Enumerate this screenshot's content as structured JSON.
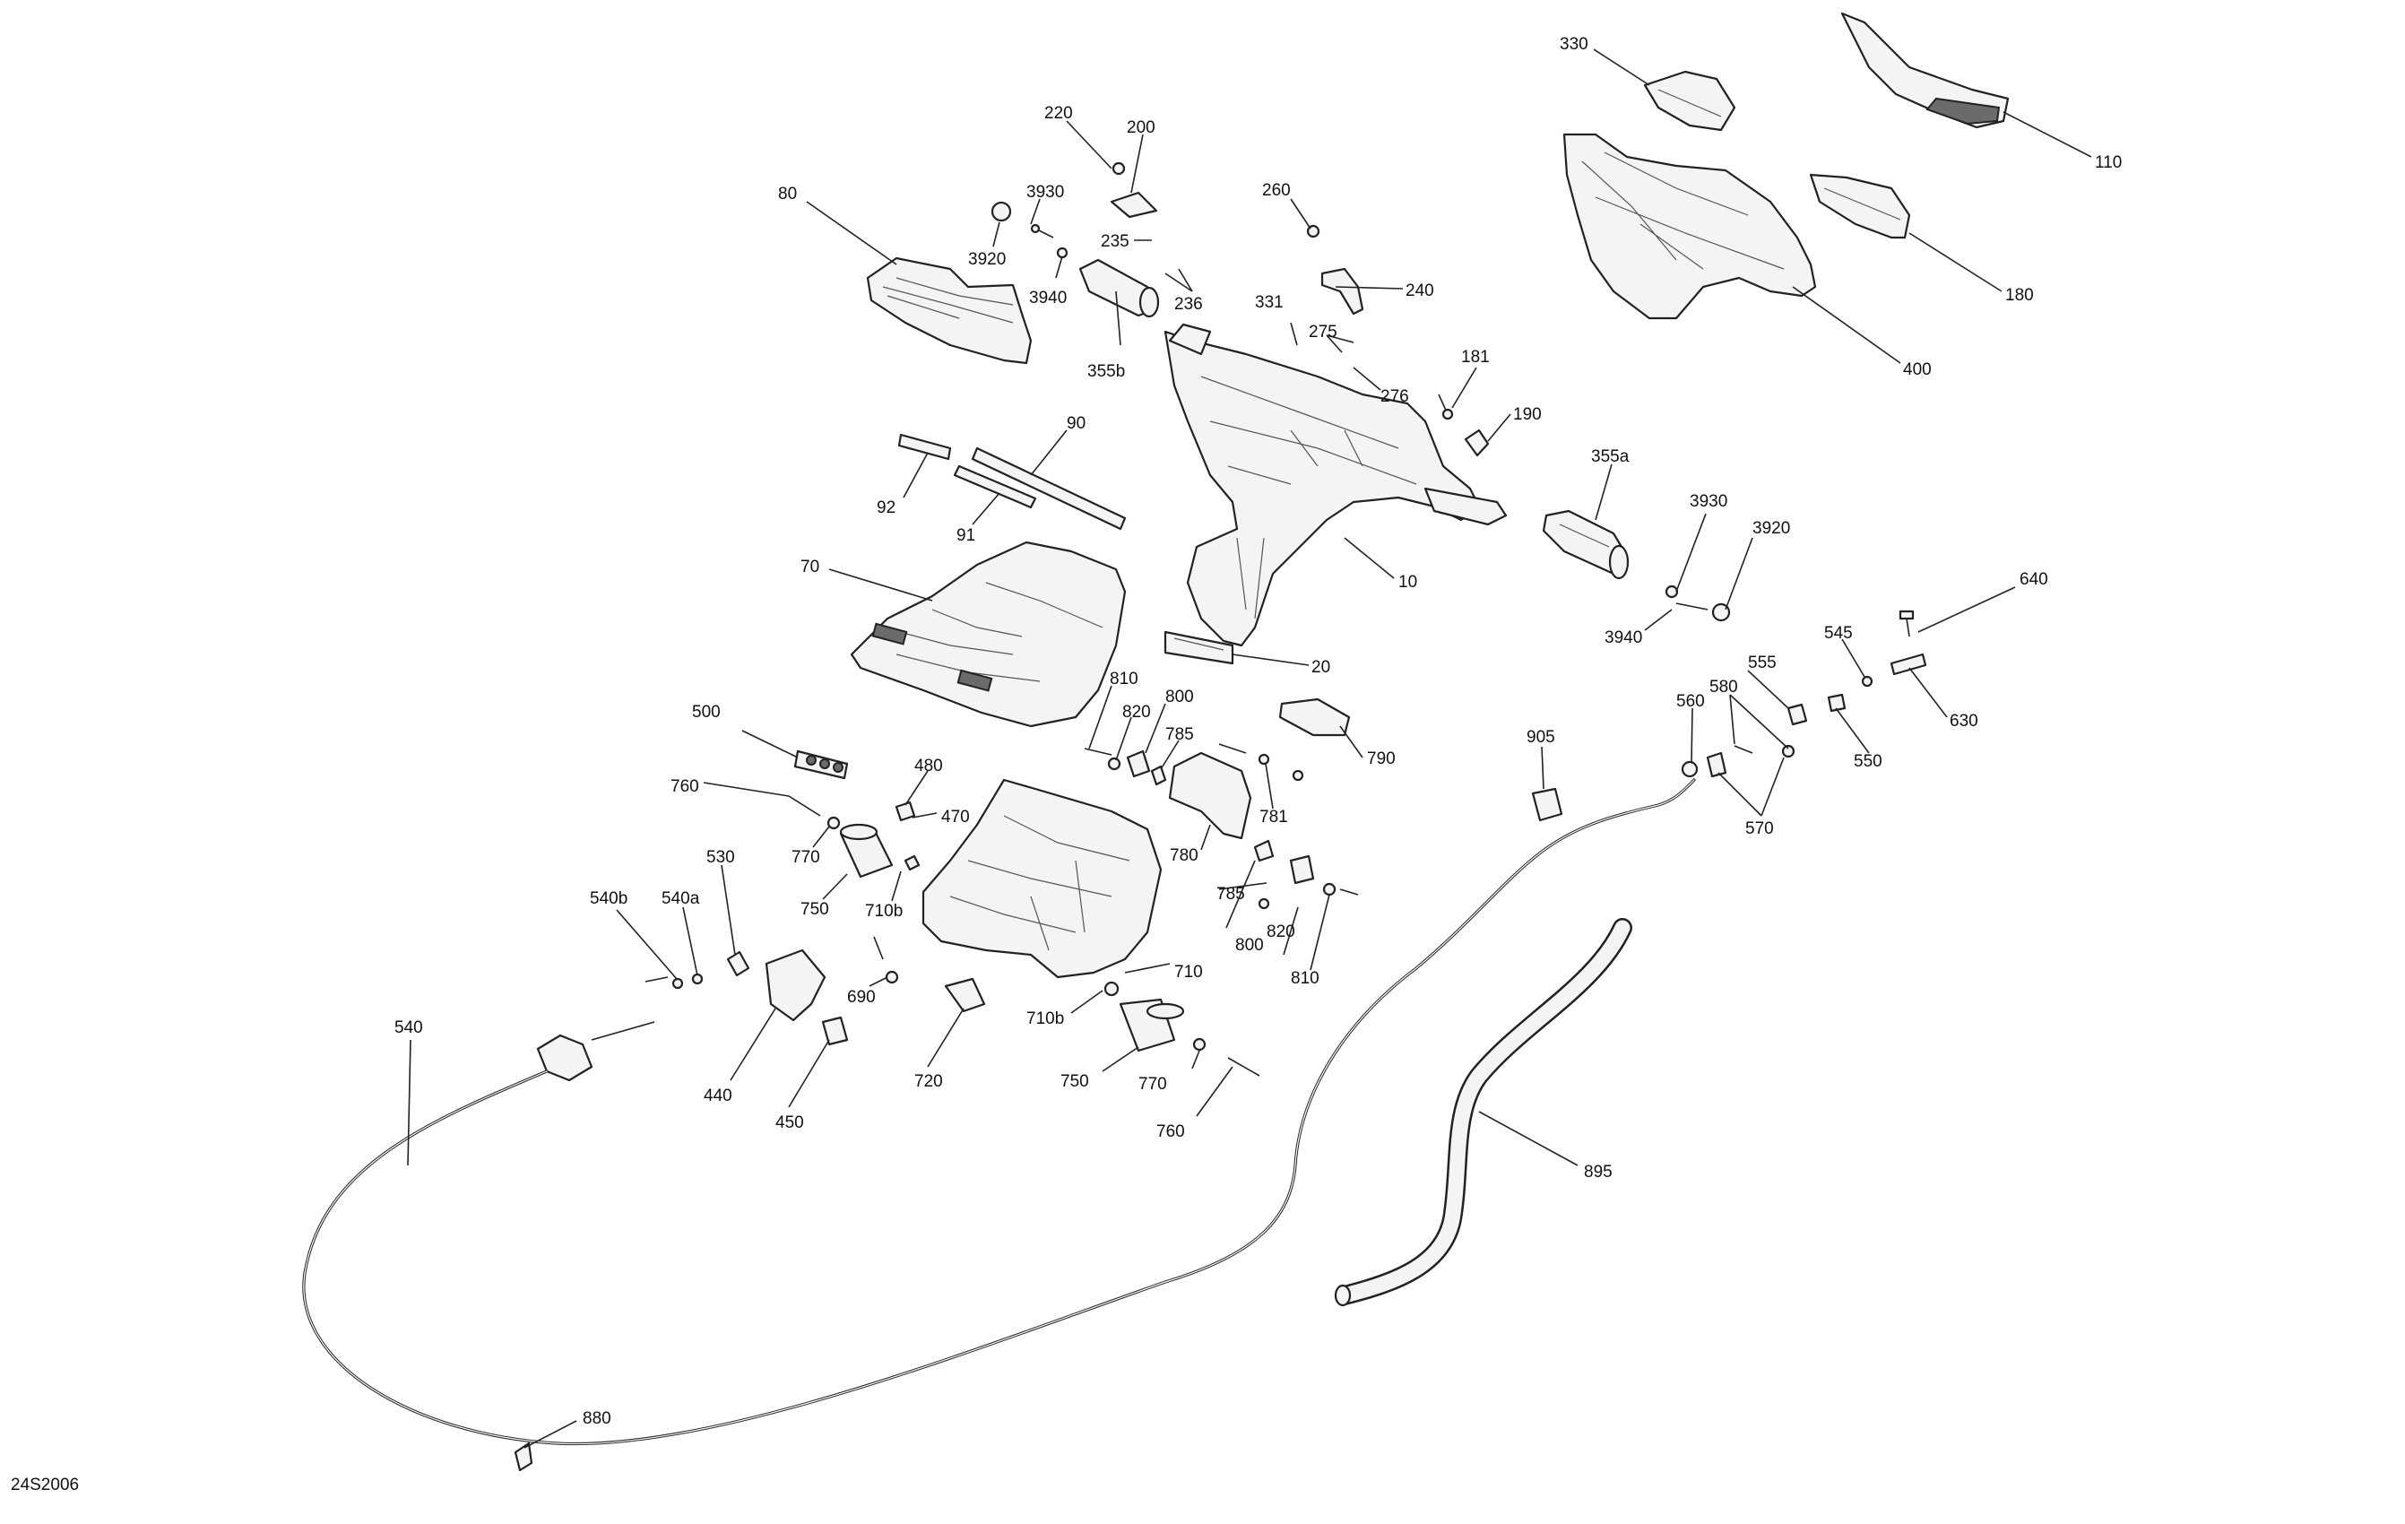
{
  "diagram": {
    "reference_code": "24S2006",
    "callouts": [
      {
        "id": "c220",
        "label": "220"
      },
      {
        "id": "c200",
        "label": "200"
      },
      {
        "id": "c80",
        "label": "80"
      },
      {
        "id": "c3930a",
        "label": "3930"
      },
      {
        "id": "c3920a",
        "label": "3920"
      },
      {
        "id": "c235",
        "label": "235"
      },
      {
        "id": "c236",
        "label": "236"
      },
      {
        "id": "c3940a",
        "label": "3940"
      },
      {
        "id": "c355b",
        "label": "355b"
      },
      {
        "id": "c260",
        "label": "260"
      },
      {
        "id": "c240",
        "label": "240"
      },
      {
        "id": "c331",
        "label": "331"
      },
      {
        "id": "c275",
        "label": "275"
      },
      {
        "id": "c276",
        "label": "276"
      },
      {
        "id": "c181",
        "label": "181"
      },
      {
        "id": "c190",
        "label": "190"
      },
      {
        "id": "c330",
        "label": "330"
      },
      {
        "id": "c110",
        "label": "110"
      },
      {
        "id": "c180",
        "label": "180"
      },
      {
        "id": "c400",
        "label": "400"
      },
      {
        "id": "c90",
        "label": "90"
      },
      {
        "id": "c92",
        "label": "92"
      },
      {
        "id": "c91",
        "label": "91"
      },
      {
        "id": "c355a",
        "label": "355a"
      },
      {
        "id": "c3930b",
        "label": "3930"
      },
      {
        "id": "c3920b",
        "label": "3920"
      },
      {
        "id": "c3940b",
        "label": "3940"
      },
      {
        "id": "c10",
        "label": "10"
      },
      {
        "id": "c70",
        "label": "70"
      },
      {
        "id": "c20",
        "label": "20"
      },
      {
        "id": "c640",
        "label": "640"
      },
      {
        "id": "c545",
        "label": "545"
      },
      {
        "id": "c630",
        "label": "630"
      },
      {
        "id": "c555",
        "label": "555"
      },
      {
        "id": "c580",
        "label": "580"
      },
      {
        "id": "c560",
        "label": "560"
      },
      {
        "id": "c550",
        "label": "550"
      },
      {
        "id": "c570",
        "label": "570"
      },
      {
        "id": "c905",
        "label": "905"
      },
      {
        "id": "c810a",
        "label": "810"
      },
      {
        "id": "c800a",
        "label": "800"
      },
      {
        "id": "c820a",
        "label": "820"
      },
      {
        "id": "c785a",
        "label": "785"
      },
      {
        "id": "c790",
        "label": "790"
      },
      {
        "id": "c781",
        "label": "781"
      },
      {
        "id": "c780",
        "label": "780"
      },
      {
        "id": "c500",
        "label": "500"
      },
      {
        "id": "c480",
        "label": "480"
      },
      {
        "id": "c470",
        "label": "470"
      },
      {
        "id": "c760a",
        "label": "760"
      },
      {
        "id": "c770a",
        "label": "770"
      },
      {
        "id": "c530",
        "label": "530"
      },
      {
        "id": "c750a",
        "label": "750"
      },
      {
        "id": "c710b1",
        "label": "710b"
      },
      {
        "id": "c785b",
        "label": "785"
      },
      {
        "id": "c800b",
        "label": "800"
      },
      {
        "id": "c820b",
        "label": "820"
      },
      {
        "id": "c810b",
        "label": "810"
      },
      {
        "id": "c540b",
        "label": "540b"
      },
      {
        "id": "c540a",
        "label": "540a"
      },
      {
        "id": "c690",
        "label": "690"
      },
      {
        "id": "c710",
        "label": "710"
      },
      {
        "id": "c710b2",
        "label": "710b"
      },
      {
        "id": "c540",
        "label": "540"
      },
      {
        "id": "c440",
        "label": "440"
      },
      {
        "id": "c450",
        "label": "450"
      },
      {
        "id": "c720",
        "label": "720"
      },
      {
        "id": "c750b",
        "label": "750"
      },
      {
        "id": "c770b",
        "label": "770"
      },
      {
        "id": "c760b",
        "label": "760"
      },
      {
        "id": "c895",
        "label": "895"
      },
      {
        "id": "c880",
        "label": "880"
      }
    ]
  }
}
